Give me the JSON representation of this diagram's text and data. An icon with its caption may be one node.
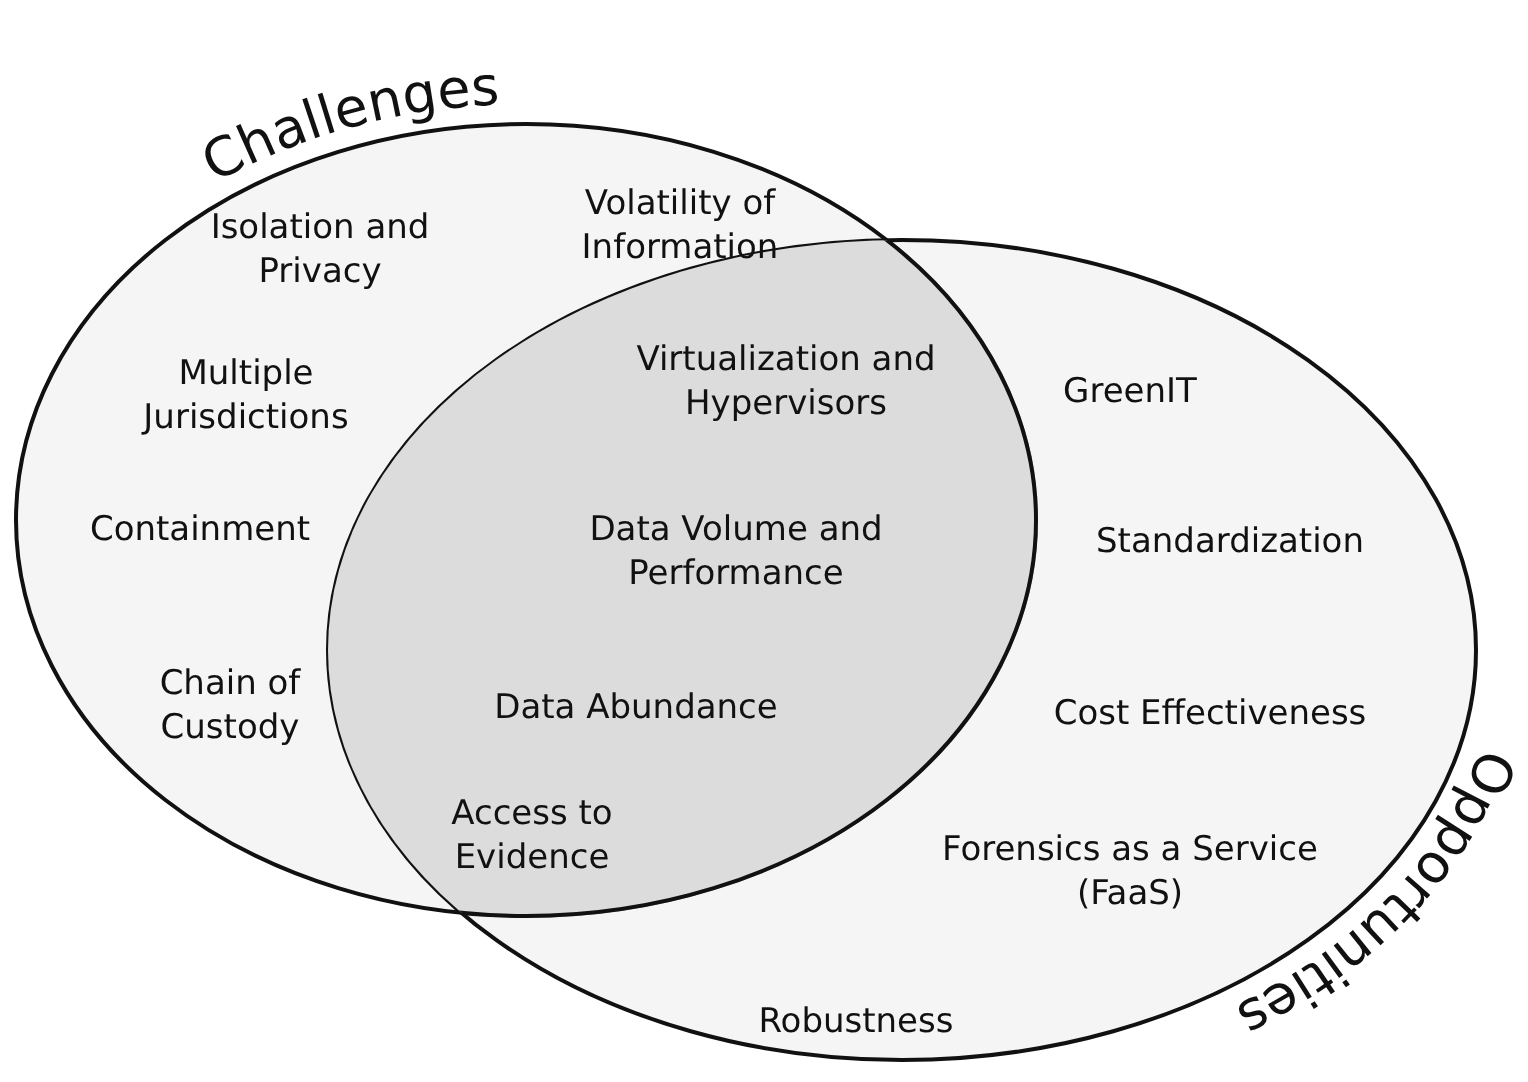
{
  "diagram": {
    "nodes": [
      {
        "text": [
          "Challenges",
          "Isolation and Privacy",
          "Volatility of Information",
          "Multiple Jurisdictions",
          "Containment",
          "Chain of Custody"
        ]
      },
      {
        "text": [
          "Opportunities",
          "GreenIT",
          "Standardization",
          "Cost Effectiveness",
          "Forensics as a Service (FaaS)",
          "Robustness"
        ]
      },
      {
        "text": [
          "Virtualization and Hypervisors",
          "Data Volume and Performance",
          "Data Abundance",
          "Access to Evidence"
        ]
      }
    ]
  }
}
